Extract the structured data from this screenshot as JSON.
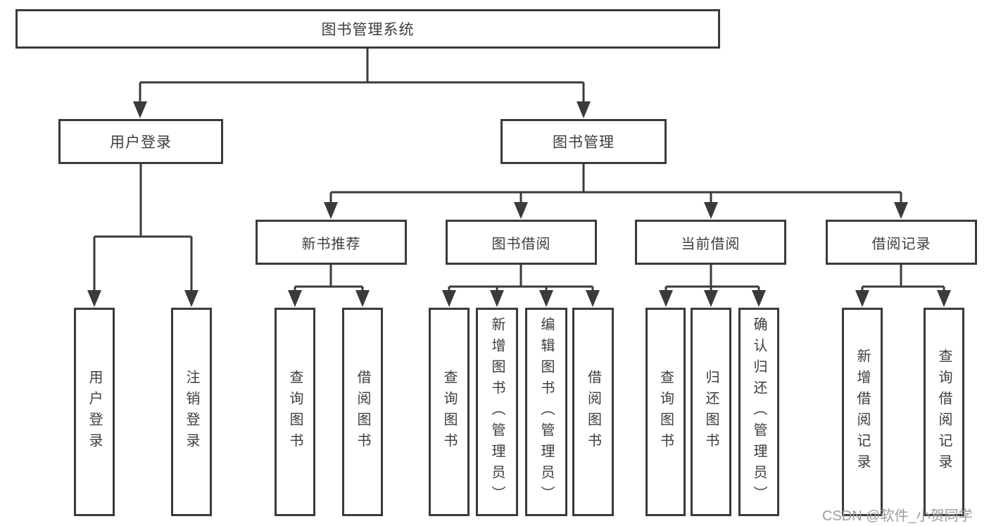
{
  "nodes": {
    "root": "图书管理系统",
    "user_login": "用户登录",
    "book_mgmt": "图书管理",
    "new_book_rec": "新书推荐",
    "book_borrow": "图书借阅",
    "current_borrow": "当前借阅",
    "borrow_records": "借阅记录",
    "leaf_user_login": "用户登录",
    "leaf_logout": "注销登录",
    "leaf_query_books_a": "查询图书",
    "leaf_borrow_books_a": "借阅图书",
    "leaf_query_books_b": "查询图书",
    "leaf_add_books": "新增图书（管理员）",
    "leaf_edit_books": "编辑图书（管理员）",
    "leaf_borrow_books_b": "借阅图书",
    "leaf_query_books_c": "查询图书",
    "leaf_return_books": "归还图书",
    "leaf_confirm_return": "确认归还（管理员）",
    "leaf_add_record": "新增借阅记录",
    "leaf_query_record": "查询借阅记录"
  },
  "tree": {
    "图书管理系统": {
      "用户登录": [
        "用户登录",
        "注销登录"
      ],
      "图书管理": {
        "新书推荐": [
          "查询图书",
          "借阅图书"
        ],
        "图书借阅": [
          "查询图书",
          "新增图书（管理员）",
          "编辑图书（管理员）",
          "借阅图书"
        ],
        "当前借阅": [
          "查询图书",
          "归还图书",
          "确认归还（管理员）"
        ],
        "借阅记录": [
          "新增借阅记录",
          "查询借阅记录"
        ]
      }
    }
  },
  "watermark": "CSDN @软件_小贺同学",
  "colors": {
    "line": "#3a3a3a",
    "text": "#3d3d3d",
    "watermark": "#9c9c9c",
    "background": "#ffffff"
  }
}
